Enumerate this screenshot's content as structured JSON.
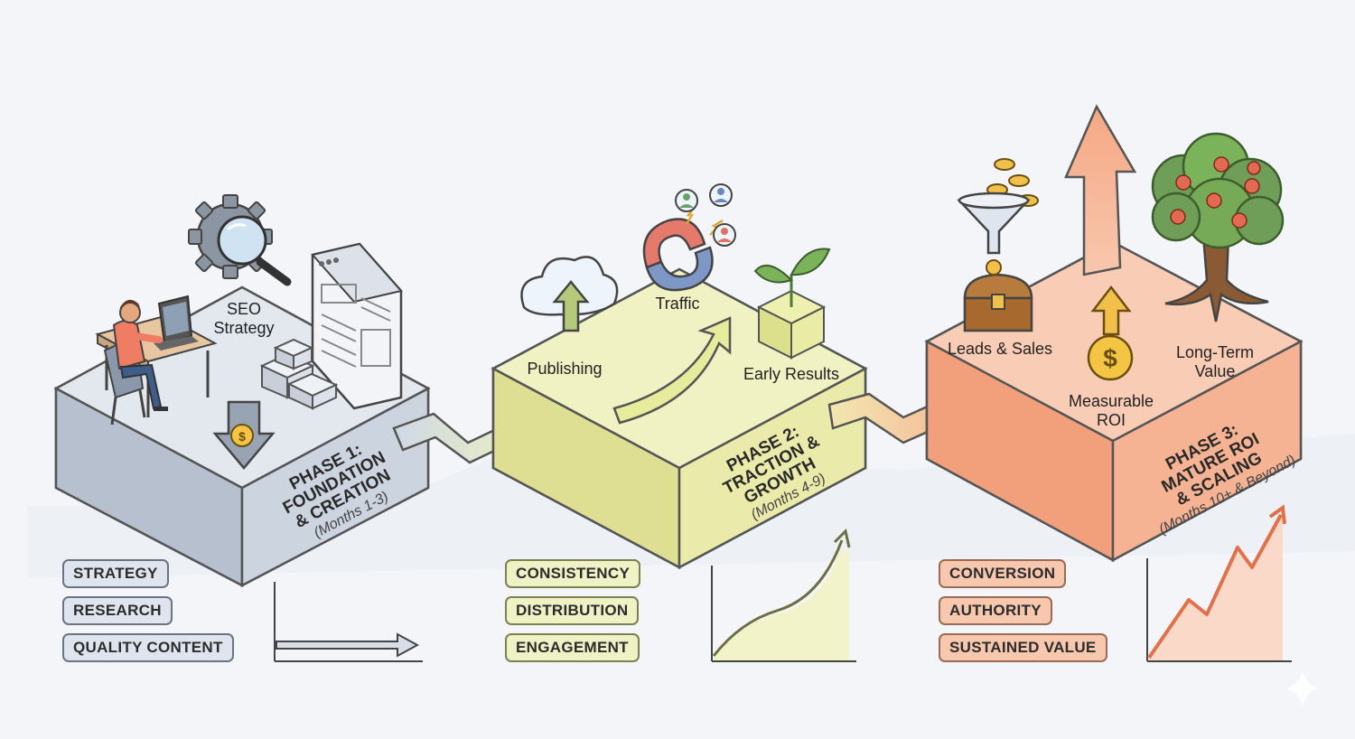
{
  "phases": [
    {
      "title_line1": "PHASE 1:",
      "title_line2": "FOUNDATION",
      "title_line3": "& CREATION",
      "months": "(Months 1-3)",
      "labels": {
        "seo": "SEO\nStrategy"
      },
      "tags": [
        "STRATEGY",
        "RESEARCH",
        "QUALITY CONTENT"
      ],
      "color": "#d7dee8"
    },
    {
      "title_line1": "PHASE 2:",
      "title_line2": "TRACTION &",
      "title_line3": "GROWTH",
      "months": "(Months 4-9)",
      "labels": {
        "publishing": "Publishing",
        "traffic": "Traffic",
        "early_results": "Early Results"
      },
      "tags": [
        "CONSISTENCY",
        "DISTRIBUTION",
        "ENGAGEMENT"
      ],
      "color": "#eef0b8"
    },
    {
      "title_line1": "PHASE 3:",
      "title_line2": "MATURE ROI",
      "title_line3": "& SCALING",
      "months": "(Months 10+ & Beyond)",
      "labels": {
        "leads": "Leads & Sales",
        "roi": "Measurable\nROI",
        "long_term": "Long-Term\nValue"
      },
      "tags": [
        "CONVERSION",
        "AUTHORITY",
        "SUSTAINED VALUE"
      ],
      "color": "#f6b495"
    }
  ],
  "icons": {
    "dollar": "$"
  }
}
